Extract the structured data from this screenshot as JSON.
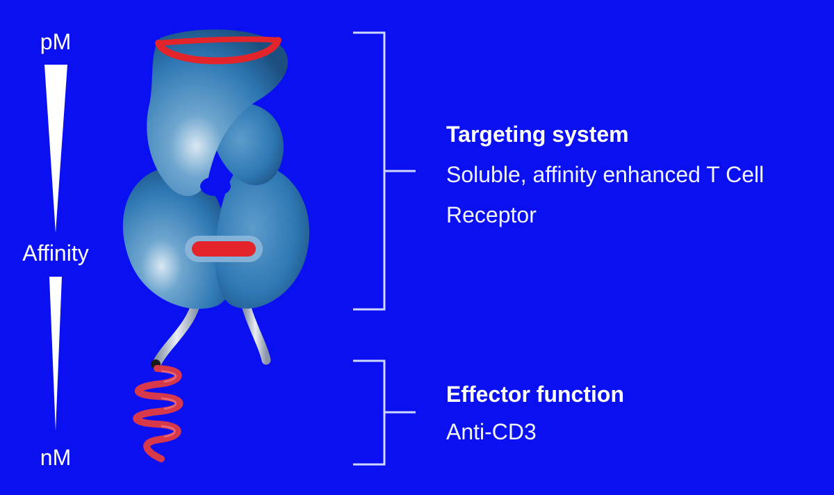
{
  "affinity_scale": {
    "top_label": "pM",
    "middle_label": "Affinity",
    "bottom_label": "nM"
  },
  "targeting": {
    "title": "Targeting system",
    "description": "Soluble, affinity enhanced T Cell Receptor"
  },
  "effector": {
    "title": "Effector function",
    "description": "Anti-CD3"
  },
  "colors": {
    "background": "#0a10f0",
    "protein": "#2f7fbf",
    "highlight": "#e3242b",
    "text": "#ffffff"
  }
}
